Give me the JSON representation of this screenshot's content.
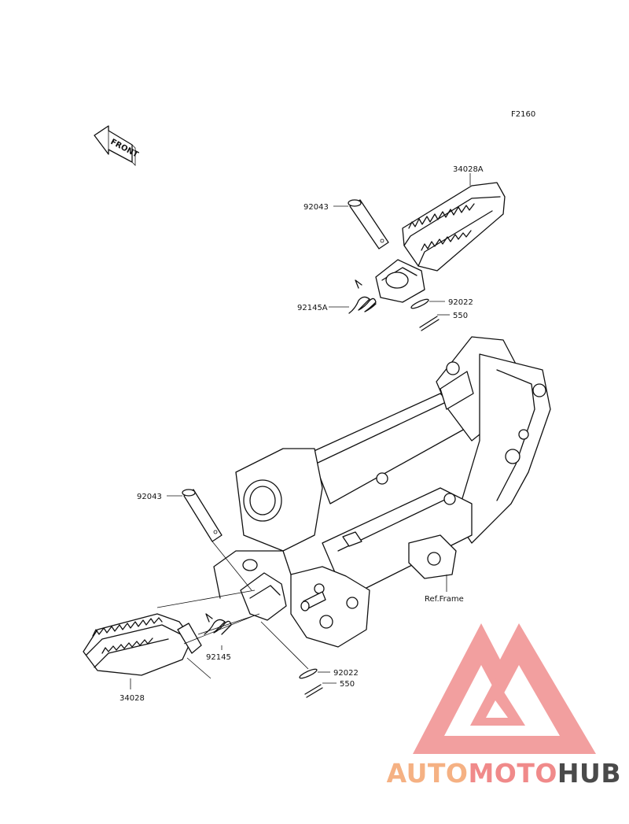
{
  "diagram_code": "F2160",
  "front_label": "FRONT",
  "ref_frame_label": "Ref.Frame",
  "parts": [
    {
      "id": "p-34028a",
      "number": "34028A"
    },
    {
      "id": "p-92043-top",
      "number": "92043"
    },
    {
      "id": "p-92145a",
      "number": "92145A"
    },
    {
      "id": "p-92022-top",
      "number": "92022"
    },
    {
      "id": "p-550-top",
      "number": "550"
    },
    {
      "id": "p-92043-bottom",
      "number": "92043"
    },
    {
      "id": "p-92145",
      "number": "92145"
    },
    {
      "id": "p-34028",
      "number": "34028"
    },
    {
      "id": "p-92022-bottom",
      "number": "92022"
    },
    {
      "id": "p-550-bottom",
      "number": "550"
    }
  ],
  "watermark": {
    "part1": "AUTO",
    "part2": "MOTO",
    "part3": "HUB",
    "color1": "#f5b183",
    "color2": "#f08a8a",
    "color3": "#4a4a4a",
    "logo_color": "#f29a9a"
  }
}
